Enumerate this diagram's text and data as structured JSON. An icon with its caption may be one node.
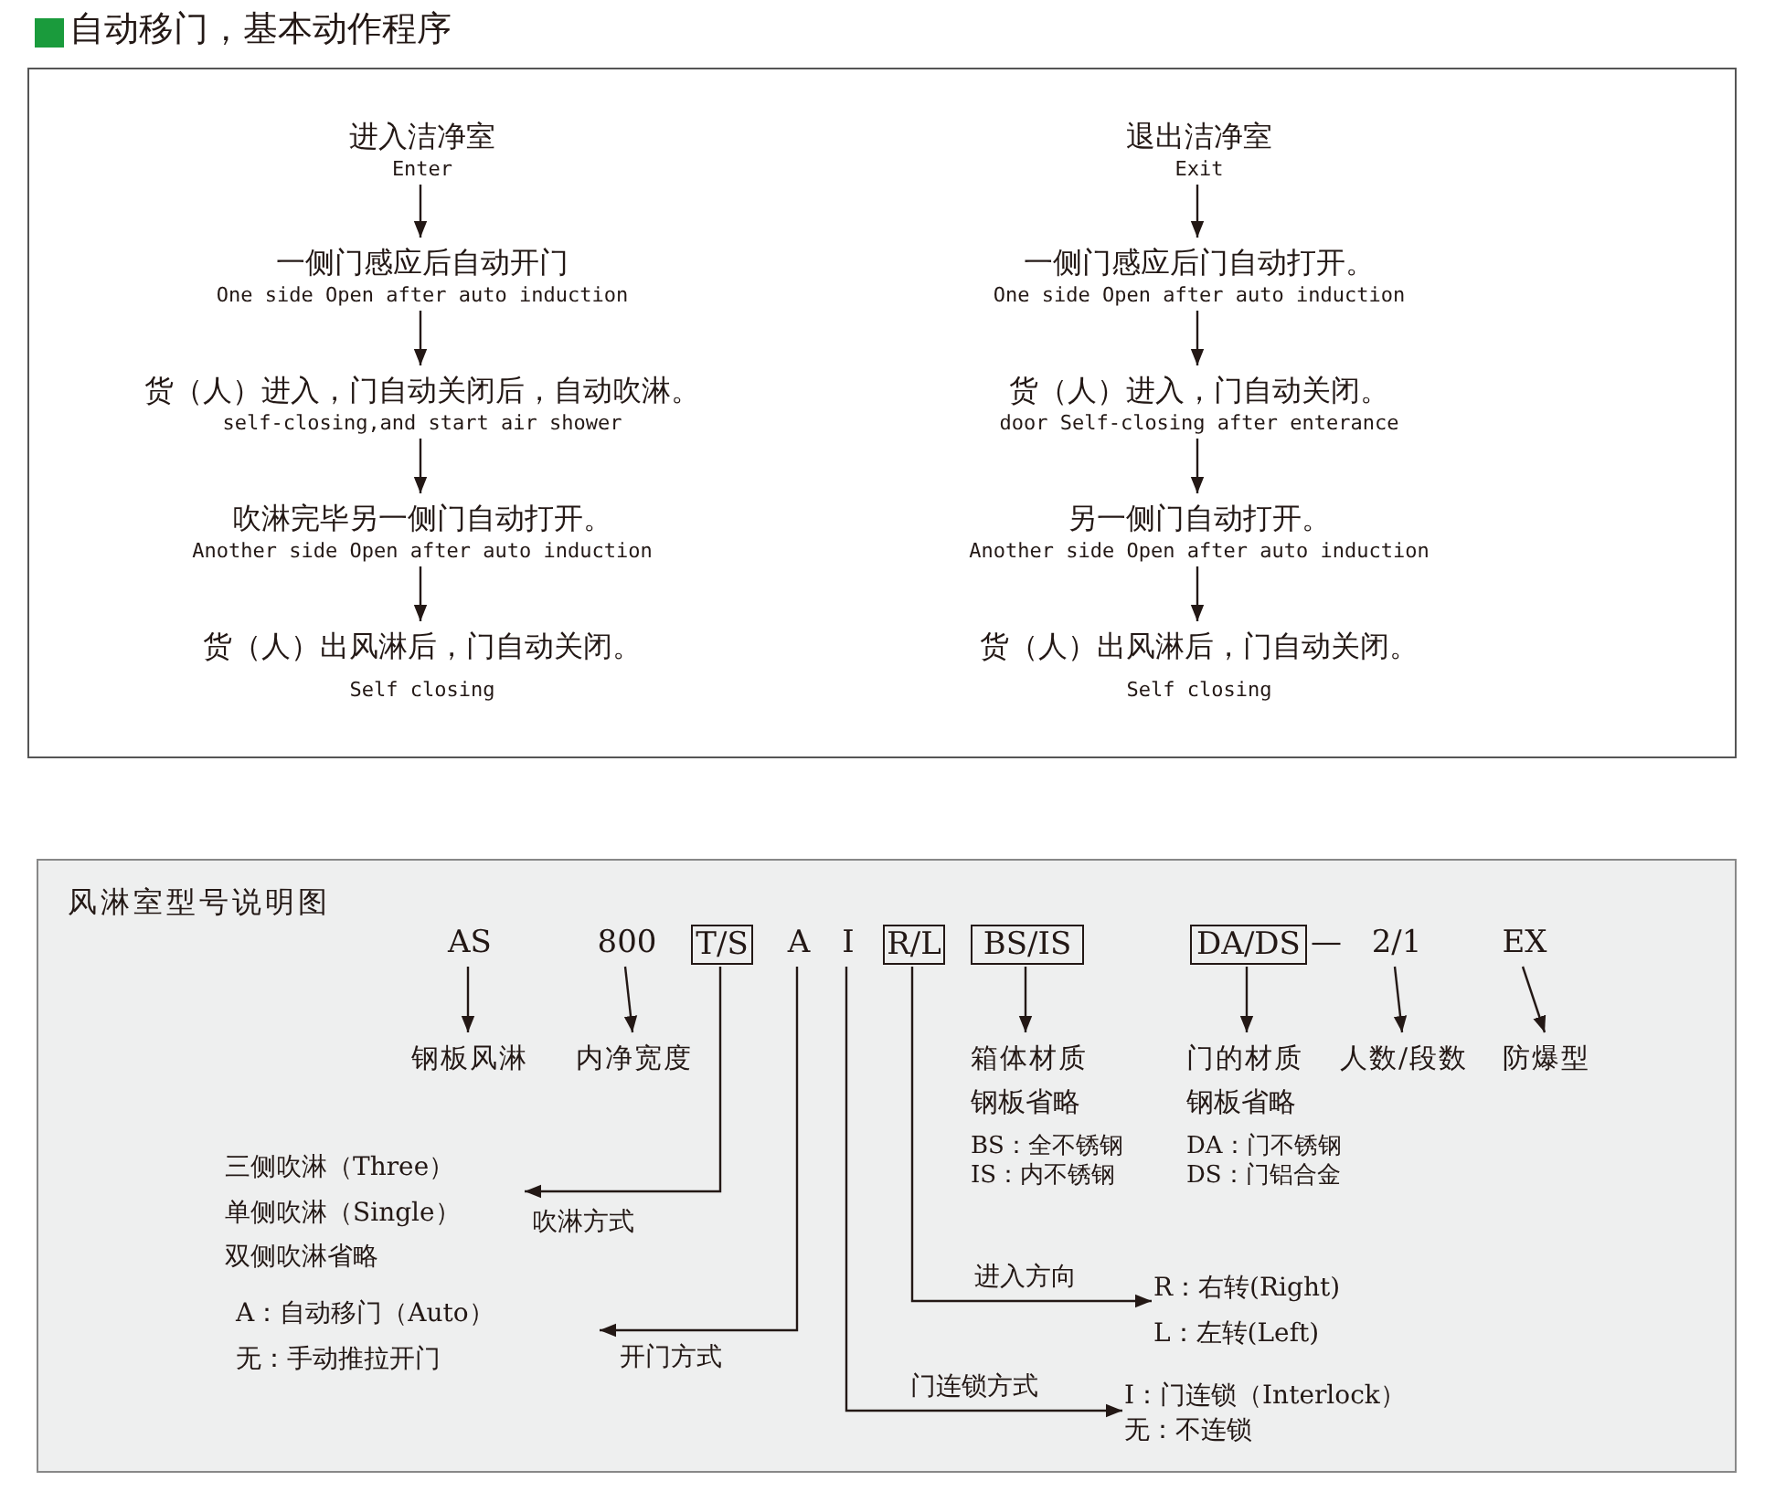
{
  "diagram": {
    "nodes": [
      {
        "text": [
          "自动移门，基本动作程序"
        ]
      },
      {
        "text": [
          "进入洁净室",
          "Enter"
        ],
        "in": 0
      },
      {
        "text": [
          "一侧门感应后自动开门",
          "One side Open after auto induction"
        ],
        "in": 0
      },
      {
        "text": [
          "货（人）进入，门自动关闭后，自动吹淋。",
          "self-closing,and start air shower"
        ],
        "in": 0
      },
      {
        "text": [
          "吹淋完毕另一侧门自动打开。",
          "Another side Open after auto induction"
        ],
        "in": 0
      },
      {
        "text": [
          "货（人）出风淋后，门自动关闭。",
          "Self closing"
        ],
        "in": 0
      },
      {
        "text": [
          "退出洁净室",
          "Exit"
        ],
        "in": 0
      },
      {
        "text": [
          "一侧门感应后门自动打开。",
          "One side Open after auto induction"
        ],
        "in": 0
      },
      {
        "text": [
          "货（人）进入，门自动关闭。",
          "door Self-closing after enterance"
        ],
        "in": 0
      },
      {
        "text": [
          "另一侧门自动打开。",
          "Another side Open after auto induction"
        ],
        "in": 0
      },
      {
        "text": [
          "货（人）出风淋后，门自动关闭。",
          "Self closing"
        ],
        "in": 0
      },
      {
        "text": [
          "风淋室型号说明图"
        ]
      },
      {
        "text": [
          "AS"
        ],
        "in": 11
      },
      {
        "text": [
          "800"
        ],
        "in": 11
      },
      {
        "text": [
          "T/S"
        ],
        "in": 11
      },
      {
        "text": [
          "A"
        ],
        "in": 11
      },
      {
        "text": [
          "I"
        ],
        "in": 11
      },
      {
        "text": [
          "R/L"
        ],
        "in": 11
      },
      {
        "text": [
          "BS/IS"
        ],
        "in": 11
      },
      {
        "text": [
          "DA/DS"
        ],
        "beside": [
          "—"
        ],
        "in": 11
      },
      {
        "text": [
          "2/1"
        ],
        "in": 11
      },
      {
        "text": [
          "EX"
        ],
        "in": 11
      },
      {
        "text": [
          "钢板风淋"
        ],
        "in": 11
      },
      {
        "text": [
          "内净宽度"
        ],
        "in": 11
      },
      {
        "text": [
          "箱体材质"
        ],
        "beside": [
          "钢板省略",
          "BS：全不锈钢",
          "IS：内不锈钢"
        ],
        "in": 11
      },
      {
        "text": [
          "门的材质"
        ],
        "beside": [
          "钢板省略",
          "DA：门不锈钢",
          "DS：门铝合金"
        ],
        "in": 11
      },
      {
        "text": [
          "人数/段数"
        ],
        "in": 11
      },
      {
        "text": [
          "防爆型"
        ],
        "in": 11
      },
      {
        "text": [
          "三侧吹淋（Three）",
          "单侧吹淋（Single）",
          "双侧吹淋省略"
        ],
        "in": 11
      },
      {
        "text": [
          "A：自动移门（Auto）",
          "无：手动推拉开门"
        ],
        "in": 11
      },
      {
        "text": [
          "R：右转(Right)",
          "L：左转(Left)"
        ],
        "in": 11
      },
      {
        "text": [
          "I：门连锁（Interlock）",
          "无：不连锁"
        ],
        "in": 11
      }
    ],
    "edges": [
      {
        "from": 1,
        "to": 2,
        "arrow": "to"
      },
      {
        "from": 2,
        "to": 3,
        "arrow": "to"
      },
      {
        "from": 3,
        "to": 4,
        "arrow": "to"
      },
      {
        "from": 4,
        "to": 5,
        "arrow": "to"
      },
      {
        "from": 6,
        "to": 7,
        "arrow": "to"
      },
      {
        "from": 7,
        "to": 8,
        "arrow": "to"
      },
      {
        "from": 8,
        "to": 9,
        "arrow": "to"
      },
      {
        "from": 9,
        "to": 10,
        "arrow": "to"
      },
      {
        "from": 12,
        "to": 22,
        "arrow": "to"
      },
      {
        "from": 13,
        "to": 23,
        "arrow": "to"
      },
      {
        "from": 18,
        "to": 24,
        "arrow": "to"
      },
      {
        "from": 19,
        "to": 25,
        "arrow": "to"
      },
      {
        "from": 20,
        "to": 26,
        "arrow": "to"
      },
      {
        "from": 21,
        "to": 27,
        "arrow": "to"
      },
      {
        "from": 14,
        "to": 28,
        "arrow": "to",
        "label": "吹淋方式"
      },
      {
        "from": 15,
        "to": 29,
        "arrow": "to",
        "label": "开门方式"
      },
      {
        "from": 17,
        "to": 30,
        "arrow": "to",
        "label": "进入方向"
      },
      {
        "from": 16,
        "to": 31,
        "arrow": "to",
        "label": "门连锁方式"
      }
    ]
  }
}
